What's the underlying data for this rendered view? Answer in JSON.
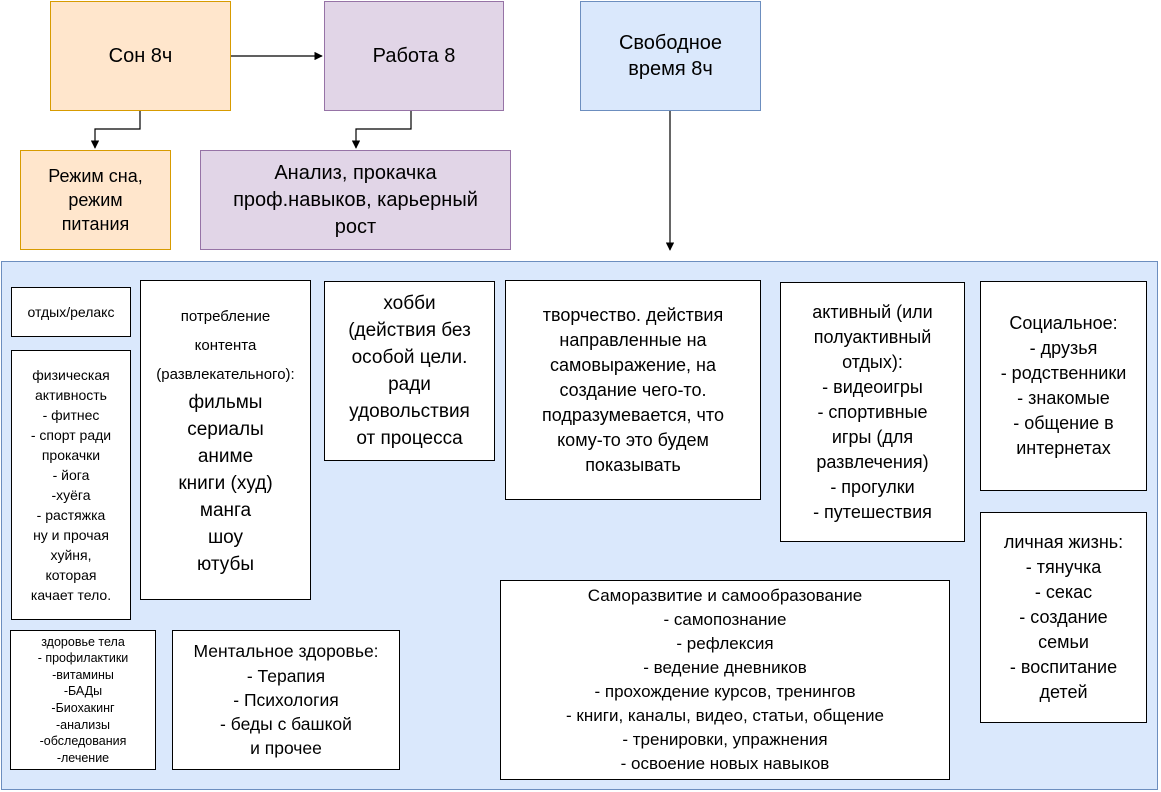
{
  "top": {
    "sleep": "Сон 8ч",
    "work": "Работа 8",
    "free": "Свободное\nвремя 8ч",
    "sleep_regime": "Режим сна,\nрежим\nпитания",
    "career": "Анализ, прокачка\nпроф.навыков, карьерный\nрост"
  },
  "activities": {
    "relax": "отдых/релакс",
    "physical": "физическая\nактивность\n- фитнес\n- спорт ради\nпрокачки\n- йога\n-хуёга\n- растяжка\nну и прочая\nхуйня,\nкоторая\nкачает тело.",
    "health": "здоровье тела\n- профилактики\n-витамины\n-БАДы\n-Биохакинг\n-анализы\n-обследования\n-лечение",
    "consumption_header": "потребление\nконтента\n(развлекательного):",
    "consumption_items": "фильмы\nсериалы\nаниме\nкниги (худ)\nманга\nшоу\nютубы",
    "mental": "Ментальное здоровье:\n- Терапия\n- Психология\n- беды с башкой\nи прочее",
    "hobby": "хобби\n(действия без\nособой цели.\nради\nудовольствия\nот процесса",
    "creativity": "творчество. действия\nнаправленные на\nсамовыражение, на\nсоздание чего-то.\nподразумевается, что\nкому-то это будем\nпоказывать",
    "active": "активный (или\nполуактивный\nотдых):\n- видеоигры\n- спортивные\nигры (для\nразвлечения)\n- прогулки\n- путешествия",
    "social": "Социальное:\n- друзья\n- родственники\n- знакомые\n- общение в\nинтернетах",
    "personal": "личная жизнь:\n- тянучка\n- секас\n- создание\nсемьи\n- воспитание\nдетей",
    "selfdev": "Саморазвитие и самообразование\n- самопознание\n- рефлексия\n- ведение дневников\n- прохождение курсов, тренингов\n- книги, каналы, видео, статьи, общение\n- тренировки, упражнения\n- освоение новых навыков"
  },
  "colors": {
    "sleep_fill": "#ffe6cc",
    "sleep_stroke": "#d79b00",
    "work_fill": "#e1d5e7",
    "work_stroke": "#9673a6",
    "free_fill": "#dae8fc",
    "free_stroke": "#6c8ebf",
    "edge": "#000000"
  }
}
